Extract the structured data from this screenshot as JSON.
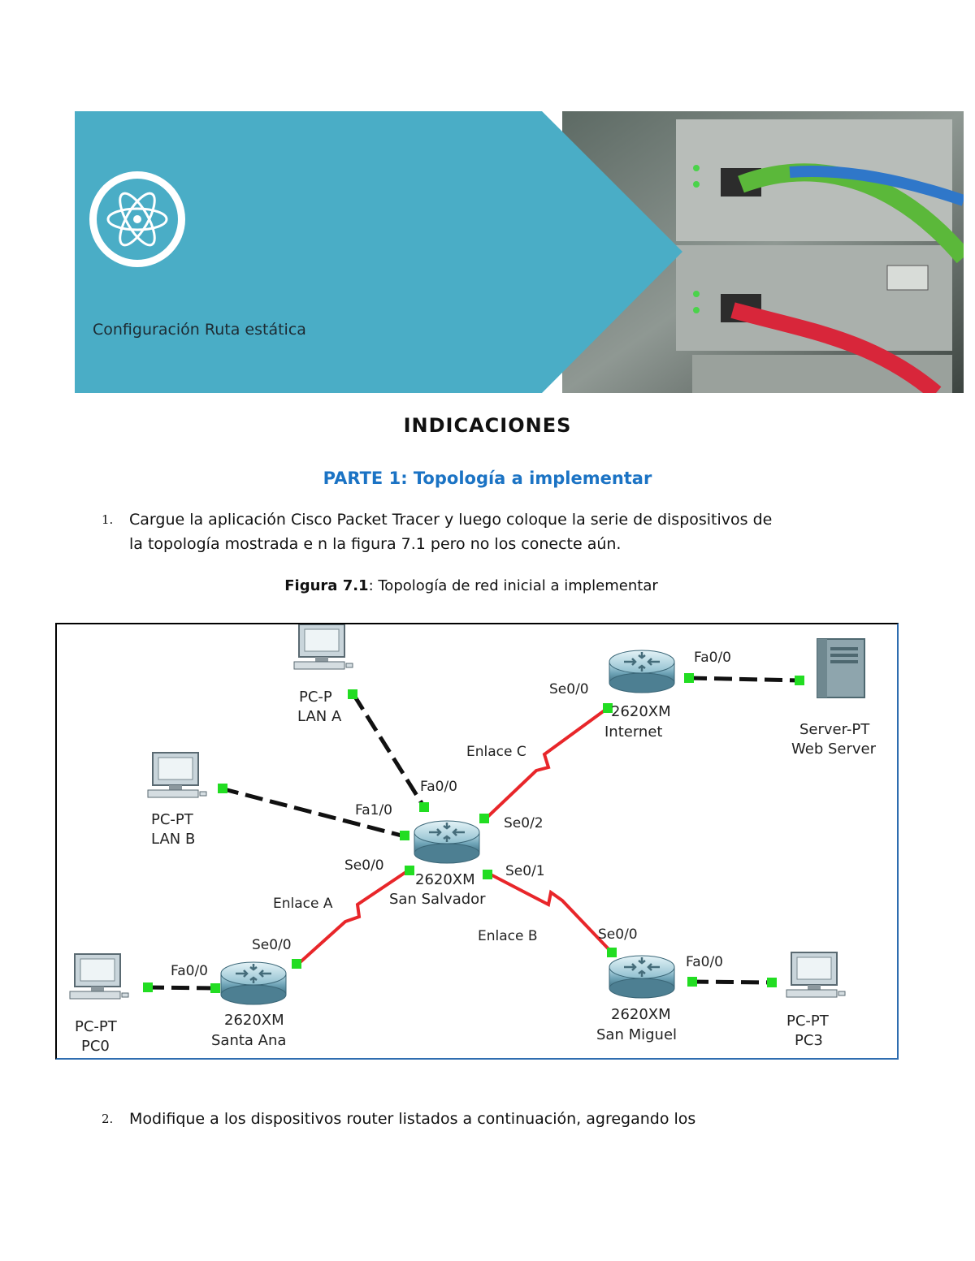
{
  "banner": {
    "title": "Configuración Ruta estática",
    "accent": "#4aadc6",
    "icon": "atom-icon"
  },
  "heading": "INDICACIONES",
  "subheading": "PARTE 1: Topología a implementar",
  "step1": {
    "number": "1.",
    "line1": "Cargue la aplicación Cisco Packet Tracer y luego coloque la serie de dispositivos de",
    "line2": "la topología mostrada e n la figura 7.1 pero no los conecte aún."
  },
  "caption": {
    "bold": "Figura 7.1",
    "rest": ": Topología de red inicial a implementar"
  },
  "topology": {
    "lanA": {
      "type": "PC-P",
      "name": "LAN A"
    },
    "lanB": {
      "type": "PC-PT",
      "name": "LAN B"
    },
    "internet": {
      "type": "2620XM",
      "name": "Internet"
    },
    "webServer": {
      "type": "Server-PT",
      "name": "Web Server"
    },
    "sanSalvador": {
      "type": "2620XM",
      "name": "San Salvador"
    },
    "santaAna": {
      "type": "2620XM",
      "name": "Santa Ana"
    },
    "sanMiguel": {
      "type": "2620XM",
      "name": "San Miguel"
    },
    "pc0": {
      "type": "PC-PT",
      "name": "PC0"
    },
    "pc3": {
      "type": "PC-PT",
      "name": "PC3"
    },
    "ports": {
      "internetSe": "Se0/0",
      "internetFa": "Fa0/0",
      "ssFa0": "Fa0/0",
      "ssFa1": "Fa1/0",
      "ssSe2": "Se0/2",
      "ssSe0": "Se0/0",
      "ssSe1": "Se0/1",
      "saSe": "Se0/0",
      "saFa": "Fa0/0",
      "smSe": "Se0/0",
      "smFa": "Fa0/0"
    },
    "links": {
      "a": "Enlace A",
      "b": "Enlace B",
      "c": "Enlace C"
    },
    "serialColor": "#e8262a",
    "etherColor": "#111111",
    "portColor": "#22dd22"
  },
  "step2": {
    "number": "2.",
    "line1": "Modifique a los dispositivos router listados a continuación, agregando los"
  }
}
